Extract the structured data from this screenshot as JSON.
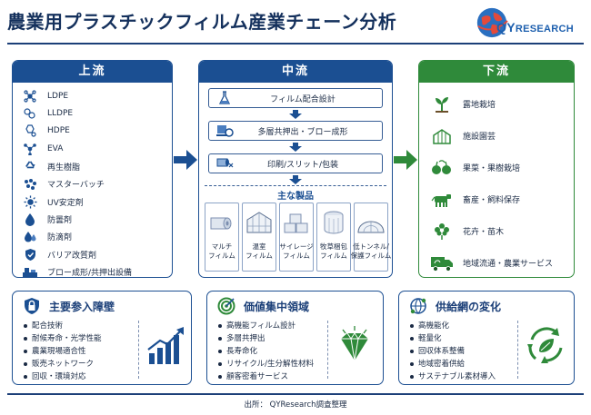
{
  "title": "農業用プラスチックフィルム産業チェーン分析",
  "logo": {
    "text_main": "QY",
    "text_sub": "RESEARCH"
  },
  "upstream": {
    "heading": "上流",
    "items": [
      {
        "label": "LDPE",
        "icon": "molecule-icon"
      },
      {
        "label": "LLDPE",
        "icon": "molecule-chain-icon"
      },
      {
        "label": "HDPE",
        "icon": "hexagon-molecule-icon"
      },
      {
        "label": "EVA",
        "icon": "network-molecule-icon"
      },
      {
        "label": "再生樹脂",
        "icon": "recycle-icon"
      },
      {
        "label": "マスターバッチ",
        "icon": "pellets-icon"
      },
      {
        "label": "UV安定剤",
        "icon": "sun-icon"
      },
      {
        "label": "防曇剤",
        "icon": "drop-icon"
      },
      {
        "label": "防滴剤",
        "icon": "drops-icon"
      },
      {
        "label": "バリア改質剤",
        "icon": "shield-icon"
      },
      {
        "label": "ブロー成形/共押出設備",
        "icon": "machine-icon"
      }
    ]
  },
  "midstream": {
    "heading": "中流",
    "steps": [
      {
        "label": "フィルム配合設計",
        "icon": "flask-icon"
      },
      {
        "label": "多層共押出・ブロー成形",
        "icon": "extruder-icon"
      },
      {
        "label": "印刷/スリット/包装",
        "icon": "film-roll-icon"
      }
    ],
    "products_heading": "主な製品",
    "products": [
      {
        "label": "マルチ\nフィルム",
        "icon": "mulch-roll-icon"
      },
      {
        "label": "温室\nフィルム",
        "icon": "greenhouse-icon"
      },
      {
        "label": "サイレージ\nフィルム",
        "icon": "silage-bales-icon"
      },
      {
        "label": "牧草梱包\nフィルム",
        "icon": "hay-bale-icon"
      },
      {
        "label": "低トンネル/\n保護フィルム",
        "icon": "tunnel-icon"
      }
    ]
  },
  "downstream": {
    "heading": "下流",
    "items": [
      {
        "label": "露地栽培",
        "icon": "sprout-icon"
      },
      {
        "label": "施設園芸",
        "icon": "greenhouse-icon"
      },
      {
        "label": "果菜・果樹栽培",
        "icon": "fruit-icon"
      },
      {
        "label": "畜産・飼料保存",
        "icon": "cow-icon"
      },
      {
        "label": "花卉・苗木",
        "icon": "flower-icon"
      },
      {
        "label": "地域流通・農業サービス",
        "icon": "truck-icon"
      }
    ]
  },
  "panels": [
    {
      "title": "主要参入障壁",
      "icon": "lock-icon",
      "items": [
        "配合技術",
        "耐候寿命・光学性能",
        "農業現場適合性",
        "販売ネットワーク",
        "回収・環境対応"
      ],
      "picture": "growth-chart-icon"
    },
    {
      "title": "価値集中領域",
      "icon": "target-icon",
      "items": [
        "高機能フィルム設計",
        "多層共押出",
        "長寿命化",
        "リサイクル/生分解性材料",
        "顧客密着サービス"
      ],
      "picture": "diamond-icon"
    },
    {
      "title": "供給網の変化",
      "icon": "network-globe-icon",
      "items": [
        "高機能化",
        "軽量化",
        "回収体系整備",
        "地域密着供給",
        "サステナブル素材導入"
      ],
      "picture": "recycle-leaf-icon"
    }
  ],
  "source": "出所： QYResearch調査整理",
  "colors": {
    "navy": "#1b4f92",
    "green": "#2f8a3a",
    "title": "#14305c"
  }
}
